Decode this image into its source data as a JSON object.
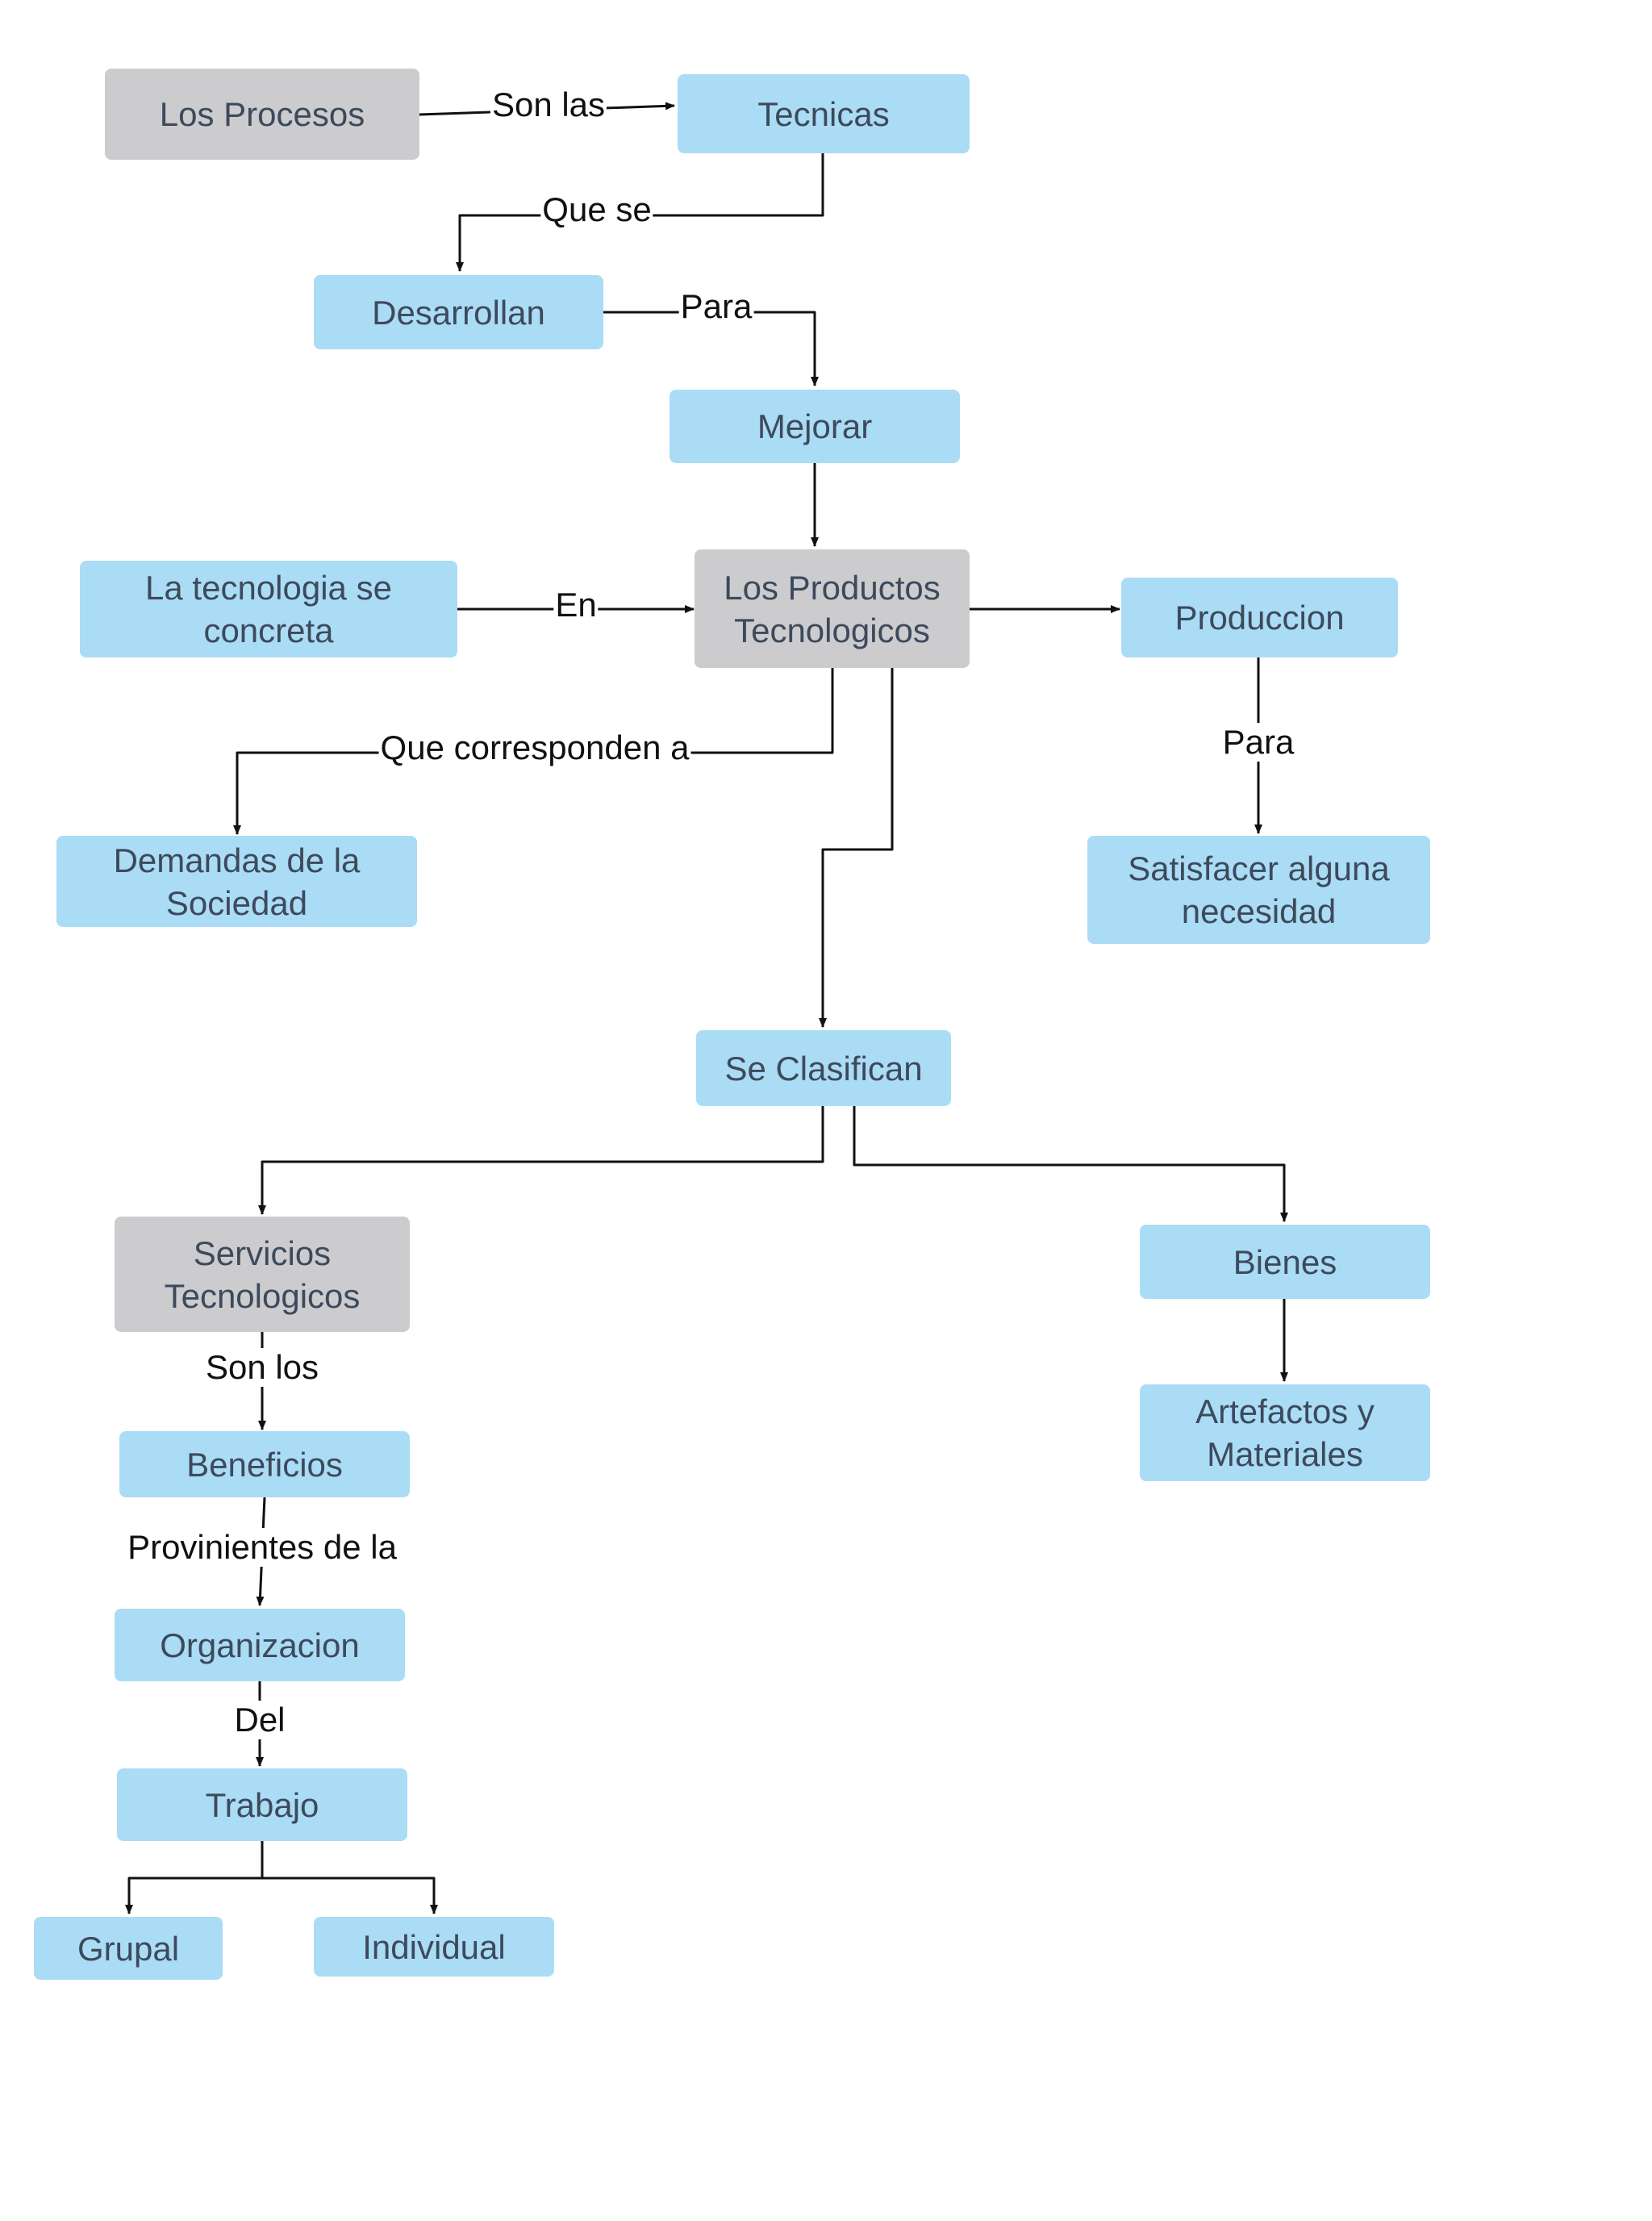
{
  "colors": {
    "node_blue": "#abdcf5",
    "node_gray": "#cccccf",
    "node_text": "#3d4a5c",
    "line": "#111111"
  },
  "nodes": {
    "procesos": "Los Procesos",
    "tecnicas": "Tecnicas",
    "desarrollan": "Desarrollan",
    "mejorar": "Mejorar",
    "tecnologia": "La tecnologia se concreta",
    "productos": "Los Productos Tecnologicos",
    "produccion": "Produccion",
    "demandas": "Demandas de la Sociedad",
    "satisfacer": "Satisfacer alguna necesidad",
    "clasifican": "Se Clasifican",
    "servicios": "Servicios Tecnologicos",
    "bienes": "Bienes",
    "artefactos": "Artefactos y Materiales",
    "beneficios": "Beneficios",
    "organizacion": "Organizacion",
    "trabajo": "Trabajo",
    "grupal": "Grupal",
    "individual": "Individual"
  },
  "edge_labels": {
    "son_las": "Son las",
    "que_se": "Que se",
    "para_1": "Para",
    "en": "En",
    "que_corresponden": "Que corresponden a",
    "para_2": "Para",
    "son_los": "Son los",
    "provinientes": "Provinientes de la",
    "del": "Del"
  }
}
